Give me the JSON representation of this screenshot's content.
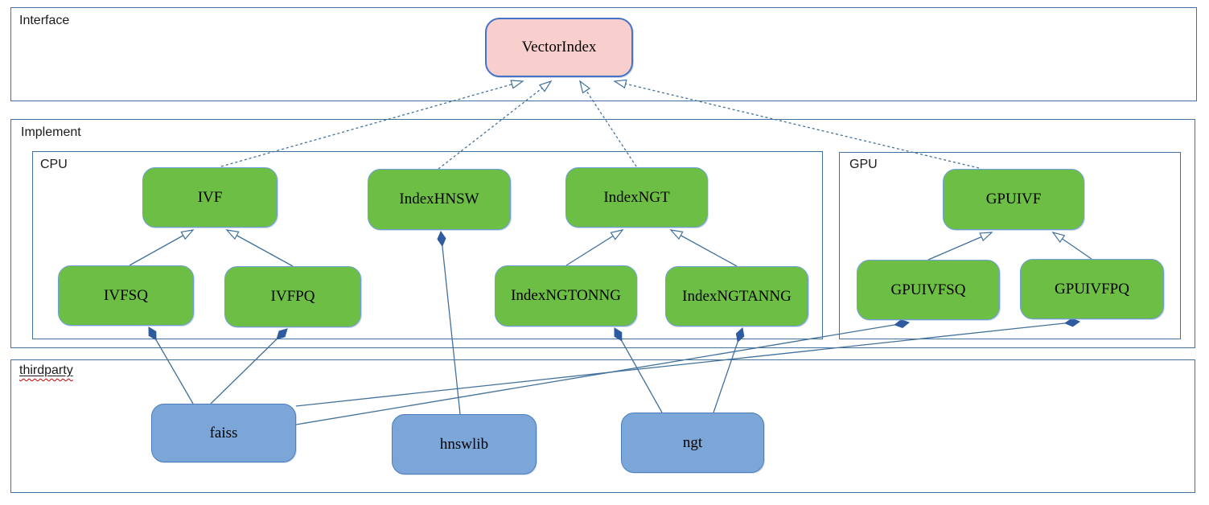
{
  "diagram": {
    "type": "uml-class-architecture",
    "containers": [
      {
        "id": "interface",
        "label": "Interface"
      },
      {
        "id": "implement",
        "label": "Implement"
      },
      {
        "id": "cpu",
        "label": "CPU"
      },
      {
        "id": "gpu",
        "label": "GPU"
      },
      {
        "id": "thirdparty",
        "label": "thirdparty",
        "spellcheck_underline": true
      }
    ],
    "nodes": [
      {
        "id": "vectorindex",
        "label": "VectorIndex",
        "kind": "interface",
        "container": "interface"
      },
      {
        "id": "ivf",
        "label": "IVF",
        "kind": "implementation",
        "container": "cpu"
      },
      {
        "id": "indexhnsw",
        "label": "IndexHNSW",
        "kind": "implementation",
        "container": "cpu"
      },
      {
        "id": "indexngt",
        "label": "IndexNGT",
        "kind": "implementation",
        "container": "cpu"
      },
      {
        "id": "gpuivf",
        "label": "GPUIVF",
        "kind": "implementation",
        "container": "gpu"
      },
      {
        "id": "ivfsq",
        "label": "IVFSQ",
        "kind": "implementation",
        "container": "cpu"
      },
      {
        "id": "ivfpq",
        "label": "IVFPQ",
        "kind": "implementation",
        "container": "cpu"
      },
      {
        "id": "indexngtonng",
        "label": "IndexNGTONNG",
        "kind": "implementation",
        "container": "cpu"
      },
      {
        "id": "indexngtanng",
        "label": "IndexNGTANNG",
        "kind": "implementation",
        "container": "cpu"
      },
      {
        "id": "gpuivfsq",
        "label": "GPUIVFSQ",
        "kind": "implementation",
        "container": "gpu"
      },
      {
        "id": "gpuivfpq",
        "label": "GPUIVFPQ",
        "kind": "implementation",
        "container": "gpu"
      },
      {
        "id": "faiss",
        "label": "faiss",
        "kind": "thirdparty",
        "container": "thirdparty"
      },
      {
        "id": "hnswlib",
        "label": "hnswlib",
        "kind": "thirdparty",
        "container": "thirdparty"
      },
      {
        "id": "ngt",
        "label": "ngt",
        "kind": "thirdparty",
        "container": "thirdparty"
      }
    ],
    "edges": [
      {
        "from": "IVF",
        "to": "VectorIndex",
        "relation": "realization",
        "line": "dashed",
        "head": "hollow-triangle"
      },
      {
        "from": "IndexHNSW",
        "to": "VectorIndex",
        "relation": "realization",
        "line": "dashed",
        "head": "hollow-triangle"
      },
      {
        "from": "IndexNGT",
        "to": "VectorIndex",
        "relation": "realization",
        "line": "dashed",
        "head": "hollow-triangle"
      },
      {
        "from": "GPUIVF",
        "to": "VectorIndex",
        "relation": "realization",
        "line": "dashed",
        "head": "hollow-triangle"
      },
      {
        "from": "IVFSQ",
        "to": "IVF",
        "relation": "generalization",
        "line": "solid",
        "head": "hollow-triangle"
      },
      {
        "from": "IVFPQ",
        "to": "IVF",
        "relation": "generalization",
        "line": "solid",
        "head": "hollow-triangle"
      },
      {
        "from": "IndexNGTONNG",
        "to": "IndexNGT",
        "relation": "generalization",
        "line": "solid",
        "head": "hollow-triangle"
      },
      {
        "from": "IndexNGTANNG",
        "to": "IndexNGT",
        "relation": "generalization",
        "line": "solid",
        "head": "hollow-triangle"
      },
      {
        "from": "GPUIVFSQ",
        "to": "GPUIVF",
        "relation": "generalization",
        "line": "solid",
        "head": "hollow-triangle"
      },
      {
        "from": "GPUIVFPQ",
        "to": "GPUIVF",
        "relation": "generalization",
        "line": "solid",
        "head": "hollow-triangle"
      },
      {
        "from": "faiss",
        "to": "IVFSQ",
        "relation": "composition",
        "line": "solid",
        "head": "filled-diamond"
      },
      {
        "from": "faiss",
        "to": "IVFPQ",
        "relation": "composition",
        "line": "solid",
        "head": "filled-diamond"
      },
      {
        "from": "hnswlib",
        "to": "IndexHNSW",
        "relation": "composition",
        "line": "solid",
        "head": "filled-diamond"
      },
      {
        "from": "ngt",
        "to": "IndexNGTONNG",
        "relation": "composition",
        "line": "solid",
        "head": "filled-diamond"
      },
      {
        "from": "ngt",
        "to": "IndexNGTANNG",
        "relation": "composition",
        "line": "solid",
        "head": "filled-diamond"
      },
      {
        "from": "faiss",
        "to": "GPUIVFSQ",
        "relation": "composition",
        "line": "solid",
        "head": "filled-diamond"
      },
      {
        "from": "faiss",
        "to": "GPUIVFPQ",
        "relation": "composition",
        "line": "solid",
        "head": "filled-diamond"
      }
    ],
    "colors": {
      "connector": "#41719c",
      "interface_fill": "#f8cfcd",
      "implementation_fill": "#6cbe45",
      "thirdparty_fill": "#7ca6d8",
      "diamond_fill": "#2e5b9f",
      "spellcheck_underline": "#cc0000"
    }
  }
}
